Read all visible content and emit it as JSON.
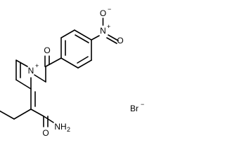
{
  "molecule": {
    "atoms": {
      "nitro_o_top": "O",
      "nitro_o_top_charge": "−",
      "nitro_n": "N",
      "nitro_n_charge": "+",
      "nitro_o_bottom": "O",
      "ketone_o": "O",
      "pyridinium_n": "N",
      "pyridinium_n_charge": "+",
      "amide_o": "O",
      "amide_n": "NH",
      "amide_n_subscript": "2"
    },
    "counterion": {
      "symbol": "Br",
      "charge": "−"
    }
  }
}
